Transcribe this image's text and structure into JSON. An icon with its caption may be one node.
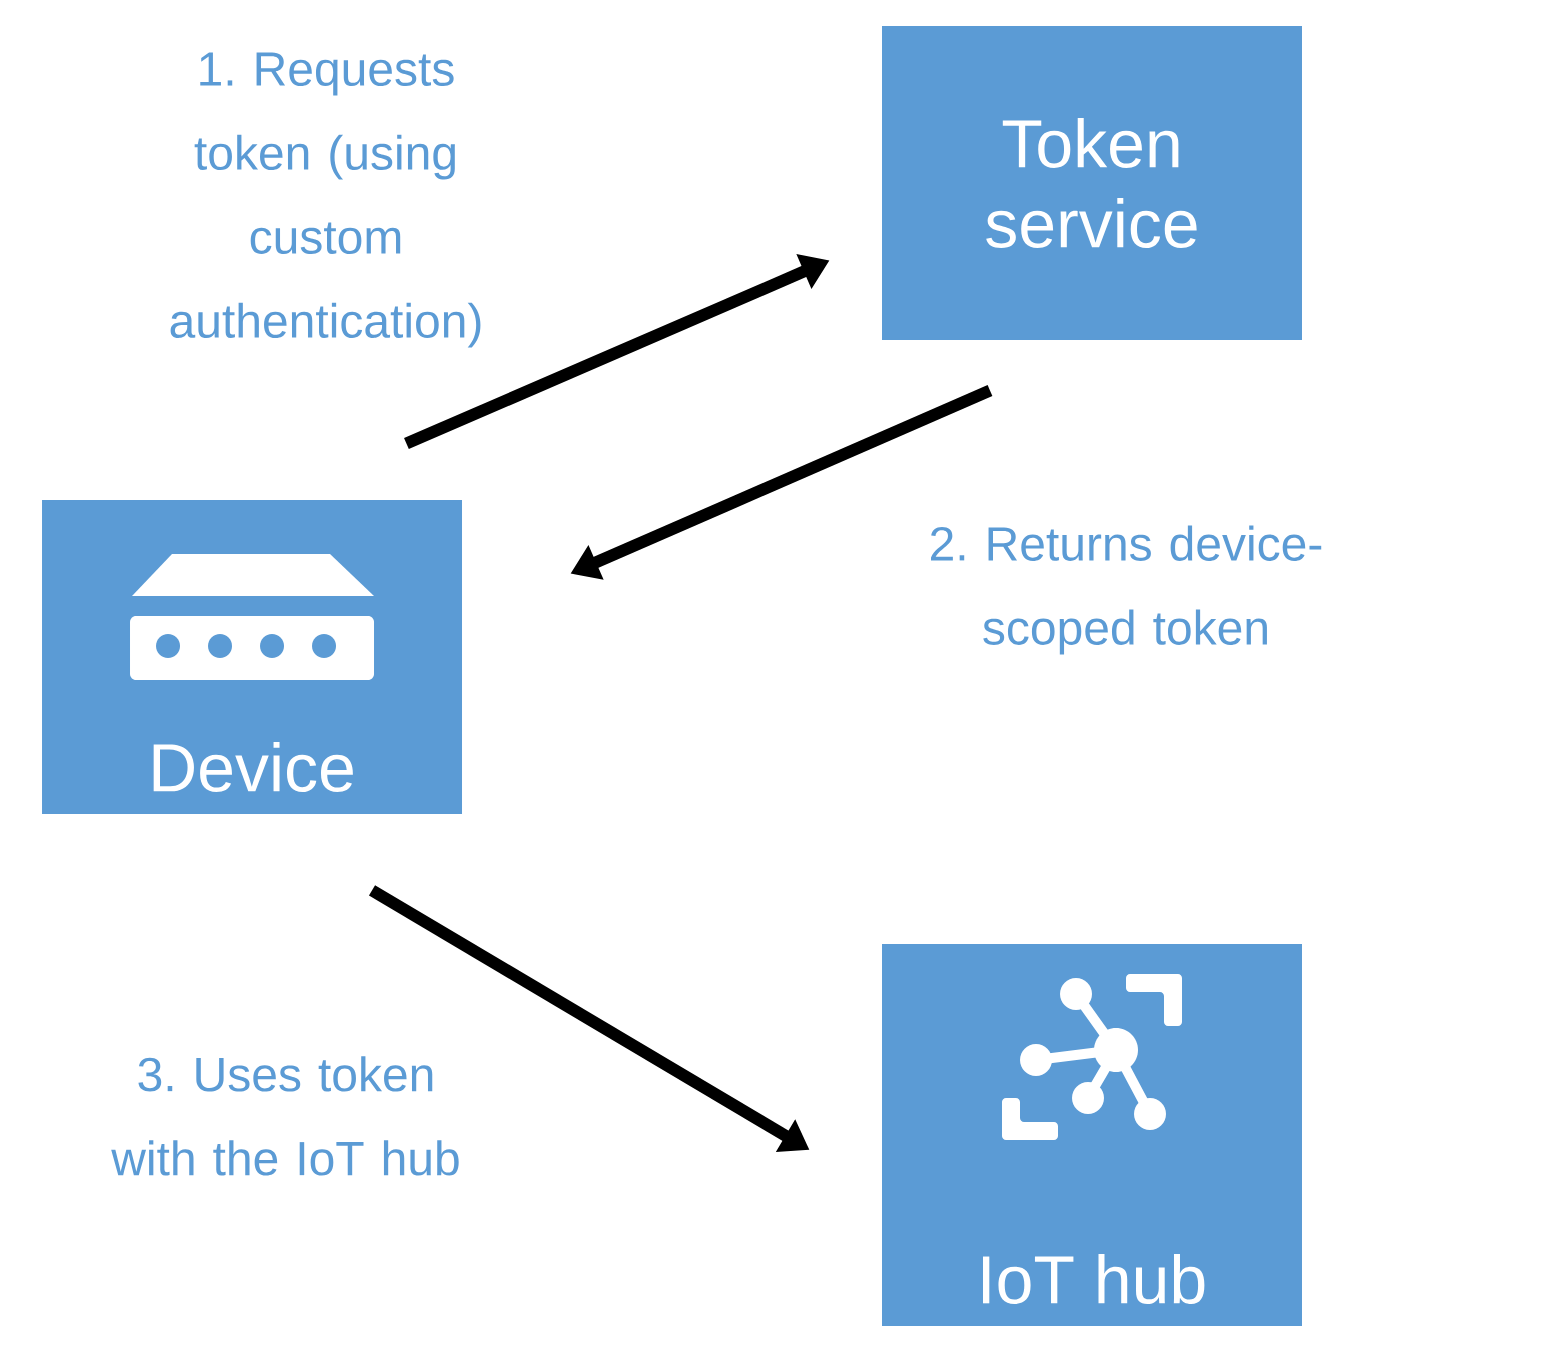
{
  "diagram": {
    "nodes": [
      {
        "text": [
          "Token service"
        ]
      },
      {
        "text": [
          "Device"
        ]
      },
      {
        "text": [
          "IoT hub"
        ]
      }
    ],
    "edges": [
      {
        "from": 1,
        "to": 0,
        "arrow": "to",
        "label": "1. Requests token (using custom authentication)"
      },
      {
        "from": 0,
        "to": 1,
        "arrow": "to",
        "label": "2. Returns device-scoped token"
      },
      {
        "from": 1,
        "to": 2,
        "arrow": "to",
        "label": "3. Uses token with the IoT hub"
      }
    ]
  }
}
